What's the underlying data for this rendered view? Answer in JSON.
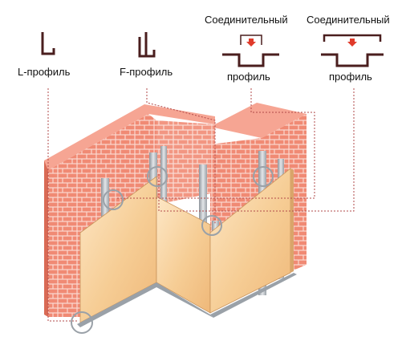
{
  "labels": {
    "l_profile": "L-профиль",
    "f_profile": "F-профиль",
    "connector_1_top": "Соединительный",
    "connector_1_bottom": "профиль",
    "connector_2_top": "Соединительный",
    "connector_2_bottom": "профиль"
  },
  "colors": {
    "brick": "#f08a74",
    "brick_light": "#f6b3a3",
    "mortar": "#ffffff",
    "panel": "#f4c88e",
    "panel_light": "#fbe3c0",
    "metal": "#b9bec4",
    "leader": "#b24a4a",
    "profile_icon": "#4a1e1e",
    "arrow": "#e03a2a"
  },
  "icons": [
    "l-profile-icon",
    "f-profile-icon",
    "connector-profile-icon",
    "connector-profile-wide-icon",
    "callout-circle-icon"
  ]
}
